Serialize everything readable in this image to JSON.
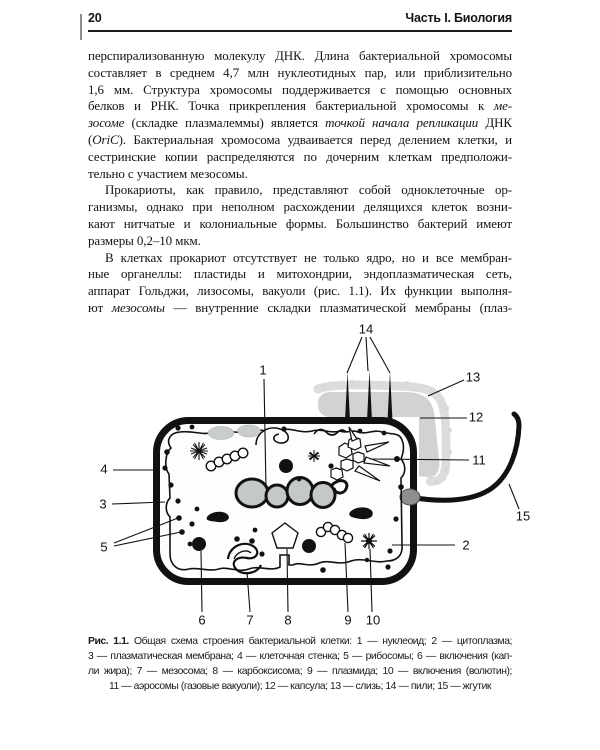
{
  "header": {
    "page_number": "20",
    "section_title": "Часть I. Биология"
  },
  "body": {
    "paragraphs": [
      {
        "lines": [
          {
            "segments": [
              {
                "t": "перспирализованную молекулу ДНК. Длина бактериальной хромосомы"
              }
            ]
          },
          {
            "segments": [
              {
                "t": "составляет в среднем 4,7 млн нуклеотидных пар, или приблизительно"
              }
            ]
          },
          {
            "segments": [
              {
                "t": "1,6 мм. Структура хромосомы поддерживается с помощью основных"
              }
            ]
          },
          {
            "segments": [
              {
                "t": "белков и РНК. Точка прикрепления бактериальной хромосомы к "
              },
              {
                "t": "ме-",
                "italic": true
              }
            ]
          },
          {
            "segments": [
              {
                "t": "зосоме",
                "italic": true
              },
              {
                "t": " (складке плазмалеммы) является "
              },
              {
                "t": "точкой начала репликации",
                "italic": true
              },
              {
                "t": " ДНК"
              }
            ]
          },
          {
            "segments": [
              {
                "t": "("
              },
              {
                "t": "OriC",
                "italic": true
              },
              {
                "t": "). Бактериальная хромосома удваивается перед делением клетки, и"
              }
            ]
          },
          {
            "segments": [
              {
                "t": "сестринские копии распределяются по дочерним клеткам предположи-"
              }
            ]
          },
          {
            "segments": [
              {
                "t": "тельно с участием мезосомы."
              }
            ]
          }
        ]
      },
      {
        "lines": [
          {
            "segments": [
              {
                "t": "Прокариоты, как правило, представляют собой одноклеточные ор-"
              }
            ]
          },
          {
            "segments": [
              {
                "t": "ганизмы, однако при неполном расхождении делящихся клеток возни-"
              }
            ]
          },
          {
            "segments": [
              {
                "t": "кают нитчатые и колониальные формы. Большинство бактерий имеют"
              }
            ]
          },
          {
            "segments": [
              {
                "t": "размеры 0,2–10 мкм."
              }
            ]
          }
        ]
      },
      {
        "lines": [
          {
            "segments": [
              {
                "t": "В клетках прокариот отсутствует не только ядро, но и все мембран-"
              }
            ]
          },
          {
            "segments": [
              {
                "t": "ные органеллы: пластиды и митохондрии, эндоплазматическая сеть,"
              }
            ]
          },
          {
            "segments": [
              {
                "t": "аппарат Гольджи, лизосомы, вакуоли (рис. 1.1). Их функции выполня-"
              }
            ]
          },
          {
            "segments": [
              {
                "t": "ют "
              },
              {
                "t": "мезосомы",
                "italic": true
              },
              {
                "t": " — внутренние складки плазматической мембраны (плаз-"
              }
            ]
          }
        ]
      }
    ]
  },
  "figure": {
    "number": "Рис. 1.1.",
    "parts": [
      {
        "n": "1",
        "label": "нуклеоид"
      },
      {
        "n": "2",
        "label": "цитоплазма"
      },
      {
        "n": "3",
        "label": "плазматическая мембрана"
      },
      {
        "n": "4",
        "label": "клеточная стенка"
      },
      {
        "n": "5",
        "label": "рибосомы"
      },
      {
        "n": "6",
        "label": "включения (капли жира)"
      },
      {
        "n": "7",
        "label": "мезосома"
      },
      {
        "n": "8",
        "label": "карбоксисома"
      },
      {
        "n": "9",
        "label": "плазмида"
      },
      {
        "n": "10",
        "label": "включения (волютин)"
      },
      {
        "n": "11",
        "label": "аэросомы (газовые вакуоли)"
      },
      {
        "n": "12",
        "label": "капсула"
      },
      {
        "n": "13",
        "label": "слизь"
      },
      {
        "n": "14",
        "label": "пили"
      },
      {
        "n": "15",
        "label": "жгутик"
      }
    ]
  },
  "caption": {
    "lines": [
      {
        "segments": [
          {
            "t": "Рис. 1.1.",
            "bold": true
          },
          {
            "t": " Общая схема строения бактериальной клетки: 1 — нуклеоид; 2 — цитоплазма;"
          }
        ]
      },
      {
        "segments": [
          {
            "t": "3 — плазматическая мембрана; 4 — клеточная стенка; 5 — рибосомы; 6 — включения (кап-"
          }
        ]
      },
      {
        "segments": [
          {
            "t": "ли жира); 7 — мезосома; 8 — карбоксисома; 9 — плазмида; 10 — включения (волютин);"
          }
        ]
      },
      {
        "segments": [
          {
            "t": "11 — аэросомы (газовые вакуоли); 12 — капсула; 13 — слизь; 14 — пили; 15 — жгутик"
          }
        ]
      }
    ]
  },
  "colors": {
    "paper": "#ffffff",
    "ink": "#141414",
    "capsule_gray": "#d2d2d2",
    "nucleoid_gray": "#c5c9c5"
  }
}
